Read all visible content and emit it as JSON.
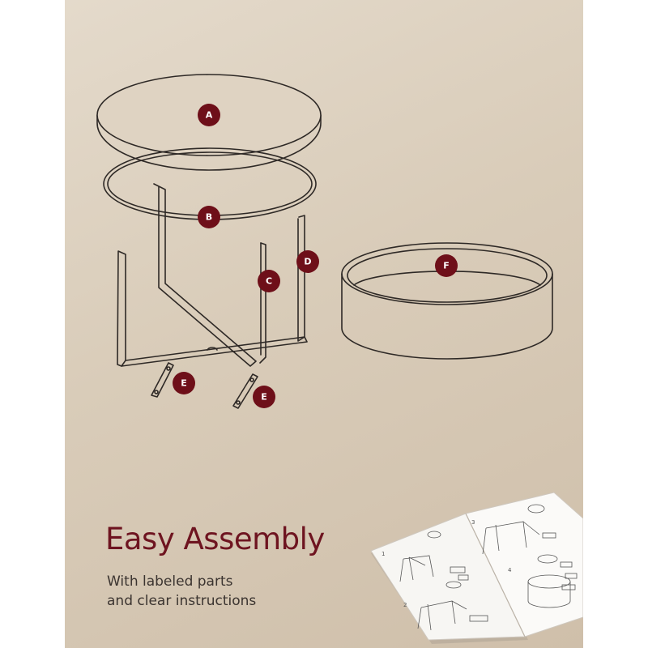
{
  "heading": "Easy Assembly",
  "subtitle_line1": "With labeled parts",
  "subtitle_line2": "and clear instructions",
  "parts": {
    "a": "A",
    "b": "B",
    "c": "C",
    "d": "D",
    "e1": "E",
    "e2": "E",
    "f": "F"
  },
  "manual_steps": {
    "s1": "1",
    "s2": "2",
    "s3": "3",
    "s4": "4"
  },
  "colors": {
    "accent": "#6e0f19",
    "background": "#d9ccb9",
    "line": "#2e2926"
  }
}
